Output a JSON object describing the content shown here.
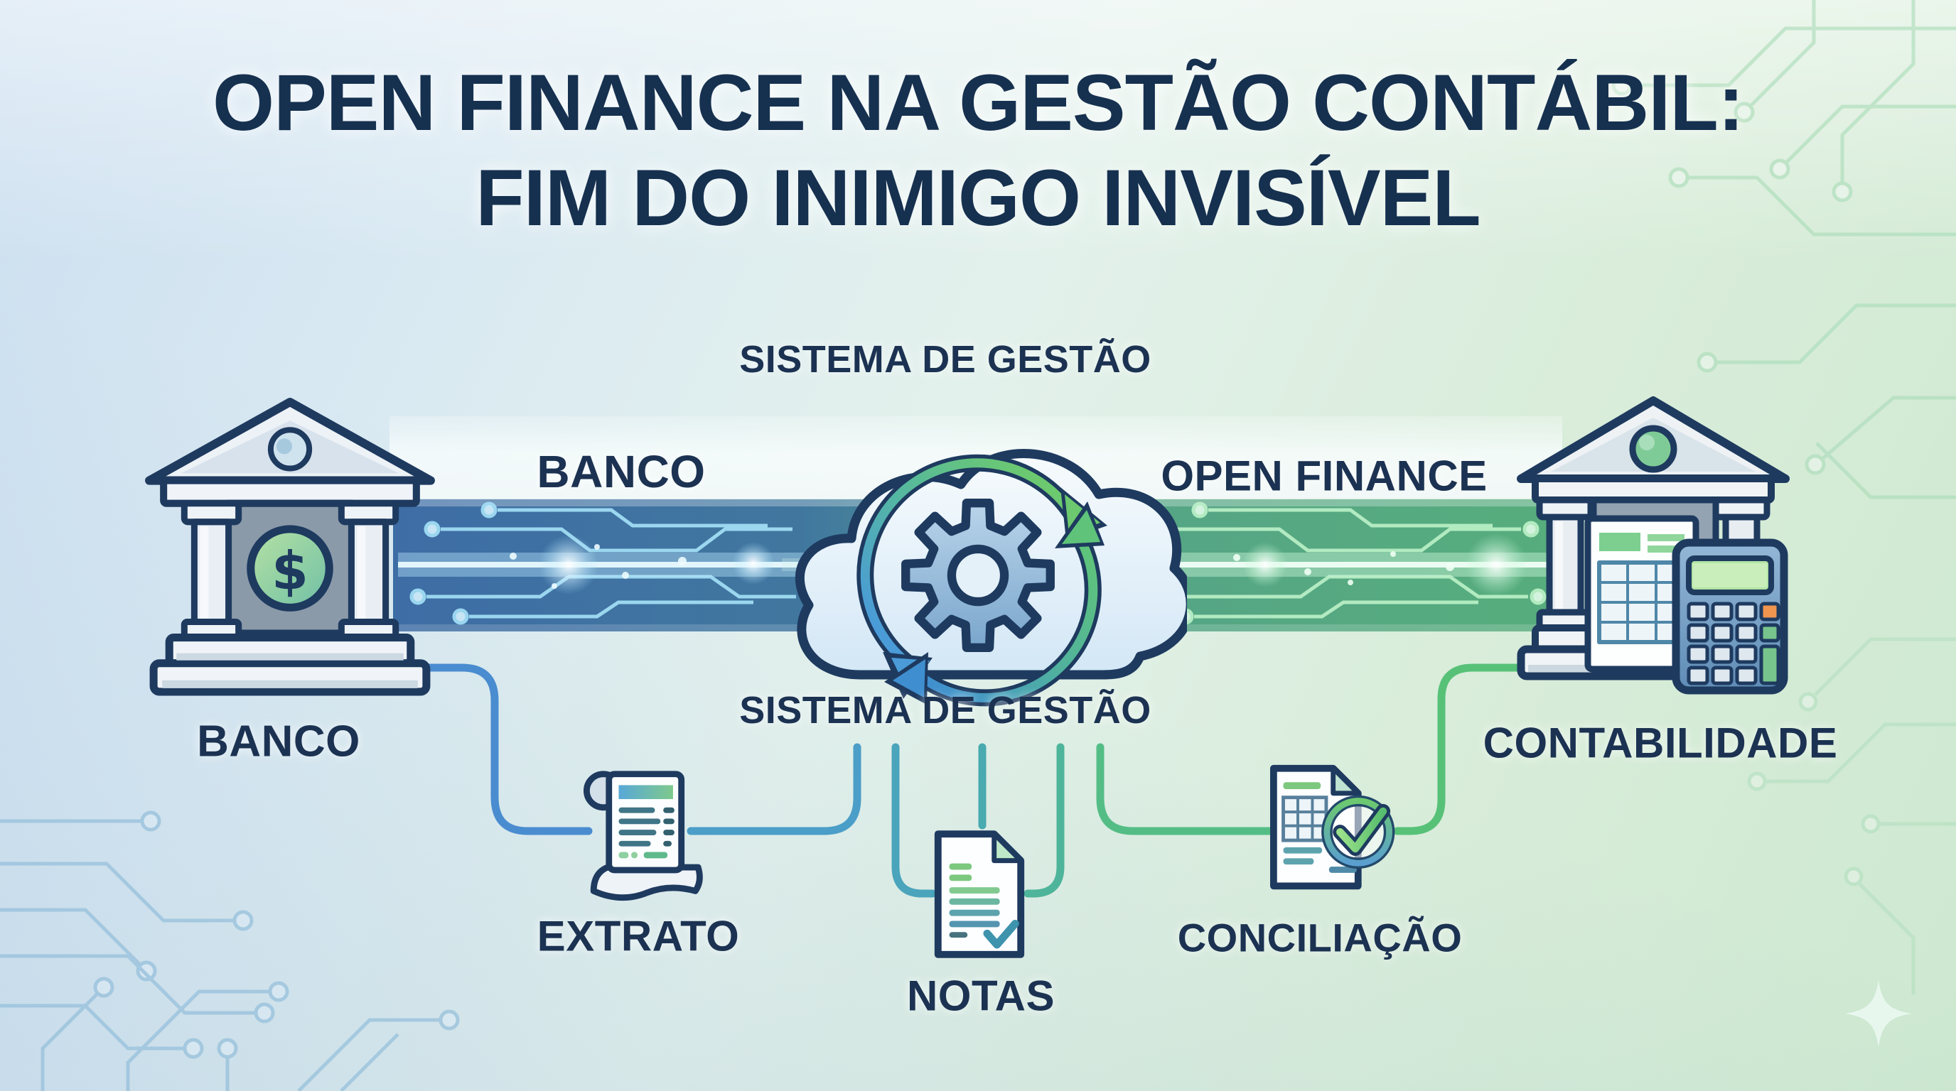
{
  "title": {
    "line1": "OPEN FINANCE NA GESTÃO CONTÁBIL:",
    "line2": "FIM DO INIMIGO INVISÍVEL"
  },
  "flow": {
    "bank": {
      "label": "BANCO",
      "currency_symbol": "$"
    },
    "bank_stream": {
      "label": "BANCO"
    },
    "management_system": {
      "label_top": "SISTEMA DE GESTÃO",
      "label_bottom": "SISTEMA DE GESTÃO"
    },
    "open_finance_stream": {
      "label": "OPEN FINANCE"
    },
    "accounting": {
      "label": "CONTABILIDADE"
    }
  },
  "documents": {
    "extrato": {
      "label": "EXTRATO"
    },
    "notas": {
      "label": "NOTAS"
    },
    "conciliacao": {
      "label": "CONCILIAÇÃO"
    }
  },
  "colors": {
    "heading_navy": "#16304f",
    "label_navy": "#1c3252",
    "outline_navy": "#1e3a5f",
    "bank_stream_blue": "#3e6da5",
    "open_finance_green": "#57ad7d",
    "trace_cyan": "#a5e2f8",
    "trace_light_green": "#bdf2c8",
    "connector_blue": "#4a94c8",
    "connector_green": "#57c178",
    "accent_green": "#6cc96f",
    "accent_orange": "#f0954f"
  },
  "icons": [
    "bank-building-icon",
    "dollar-coin-icon",
    "cloud-icon",
    "gear-icon",
    "sync-arrows-icon",
    "circuit-stream-icon",
    "accounting-building-icon",
    "calculator-icon",
    "receipt-scroll-icon",
    "document-icon",
    "reconciliation-check-icon",
    "sparkle-icon"
  ]
}
